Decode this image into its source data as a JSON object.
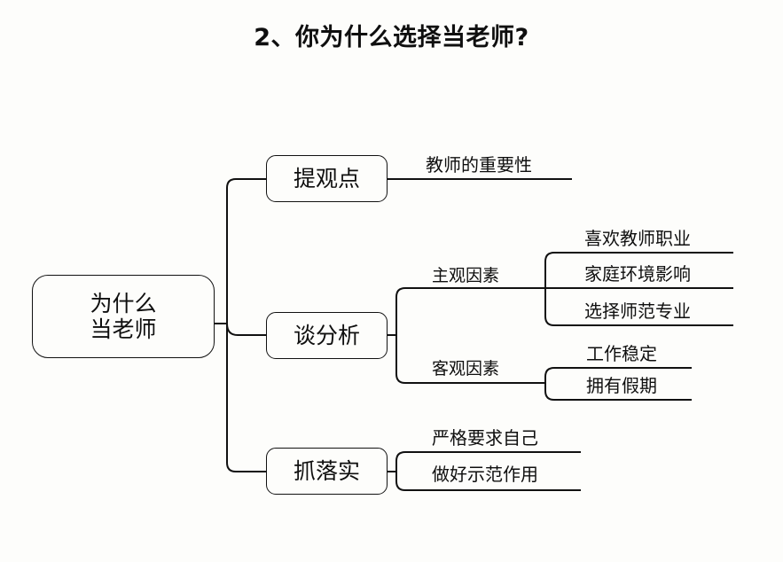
{
  "page": {
    "title": "2、你为什么选择当老师?",
    "background_color": "#fdfdfb",
    "line_color": "#111111",
    "text_color": "#0f0f0f"
  },
  "mindmap": {
    "root": {
      "label": "为什么\n当老师",
      "line1": "为什么",
      "line2": "当老师"
    },
    "branches": [
      {
        "label": "提观点",
        "leaves": [
          {
            "label": "教师的重要性"
          }
        ]
      },
      {
        "label": "谈分析",
        "groups": [
          {
            "label": "主观因素",
            "leaves": [
              {
                "label": "喜欢教师职业"
              },
              {
                "label": "家庭环境影响"
              },
              {
                "label": "选择师范专业"
              }
            ]
          },
          {
            "label": "客观因素",
            "leaves": [
              {
                "label": "工作稳定"
              },
              {
                "label": "拥有假期"
              }
            ]
          }
        ]
      },
      {
        "label": "抓落实",
        "leaves": [
          {
            "label": "严格要求自己"
          },
          {
            "label": "做好示范作用"
          }
        ]
      }
    ]
  }
}
